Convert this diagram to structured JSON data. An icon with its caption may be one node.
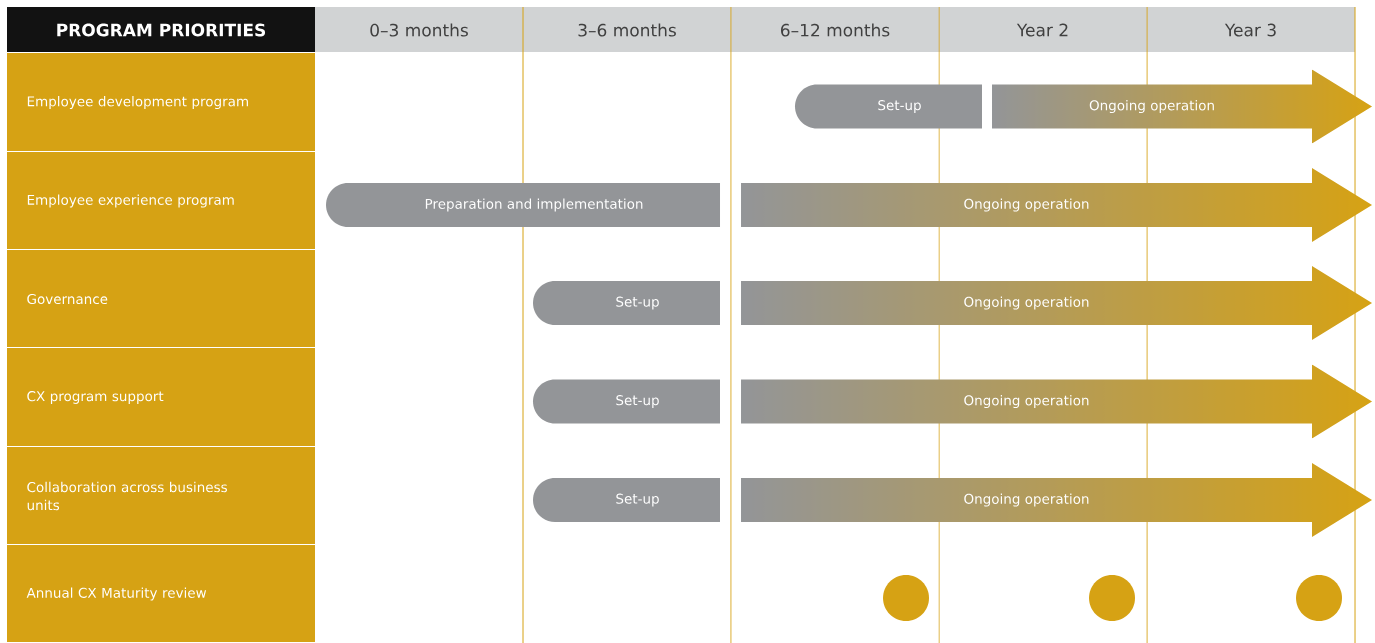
{
  "diagram": {
    "nodes": [
      {
        "text": [
          "Set-up"
        ]
      },
      {
        "text": [
          "Ongoing operation"
        ]
      },
      {
        "text": [
          "Preparation and implementation"
        ]
      },
      {
        "text": [
          "Ongoing operation"
        ]
      },
      {
        "text": [
          "Set-up"
        ]
      },
      {
        "text": [
          "Ongoing operation"
        ]
      },
      {
        "text": [
          "Set-up"
        ]
      },
      {
        "text": [
          "Ongoing operation"
        ]
      },
      {
        "text": [
          "Set-up"
        ]
      },
      {
        "text": [
          "Ongoing operation"
        ]
      },
      {
        "text": [],
        "shape": "circle"
      },
      {
        "text": [],
        "shape": "circle"
      },
      {
        "text": [],
        "shape": "circle"
      }
    ],
    "labels": [
      "PROGRAM PRIORITIES",
      "0–3 months",
      "3–6 months",
      "6–12 months",
      "Year 2",
      "Year 3",
      "Employee development program",
      "Employee experience program",
      "Governance",
      "CX program support",
      "Collaboration across business units",
      "Annual CX Maturity review"
    ]
  }
}
